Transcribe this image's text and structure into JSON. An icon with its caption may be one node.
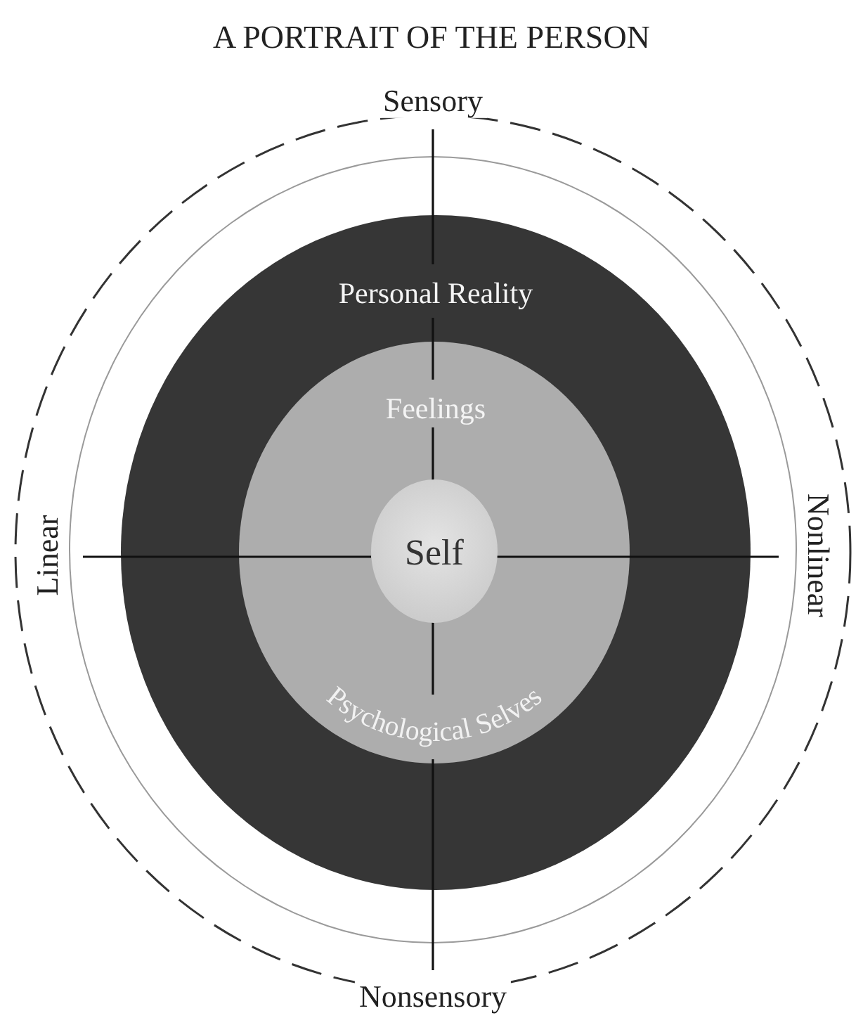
{
  "diagram": {
    "title": "A PORTRAIT OF THE PERSON",
    "nodes": [
      {
        "text": [
          "Sensory",
          "Linear",
          "Nonlinear",
          "Nonsensory"
        ]
      },
      {
        "text": [],
        "shape": "circle",
        "in": 0
      },
      {
        "text": [
          "Personal Reality"
        ],
        "in": 1
      },
      {
        "text": [
          "Feelings",
          "Psychological Selves"
        ],
        "in": 2
      },
      {
        "text": [
          "Self"
        ],
        "in": 3
      }
    ]
  }
}
